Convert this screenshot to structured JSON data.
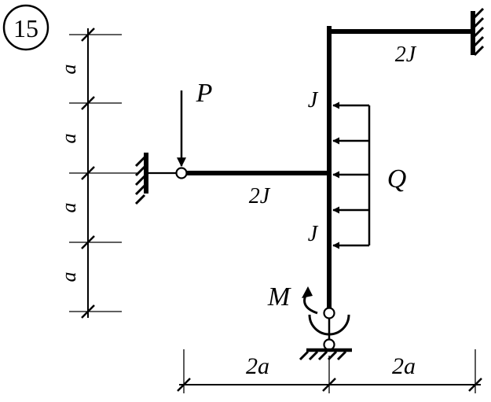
{
  "problem": {
    "number": "15"
  },
  "dimensions": {
    "vertical_labels": [
      "a",
      "a",
      "a",
      "a"
    ],
    "horizontal_labels": [
      "2a",
      "2a"
    ]
  },
  "members": {
    "top_beam_stiffness": "2J",
    "left_beam_stiffness": "2J",
    "upper_column_stiffness": "J",
    "lower_column_stiffness": "J"
  },
  "loads": {
    "point_force": "P",
    "distributed_load": "Q",
    "moment": "M"
  }
}
